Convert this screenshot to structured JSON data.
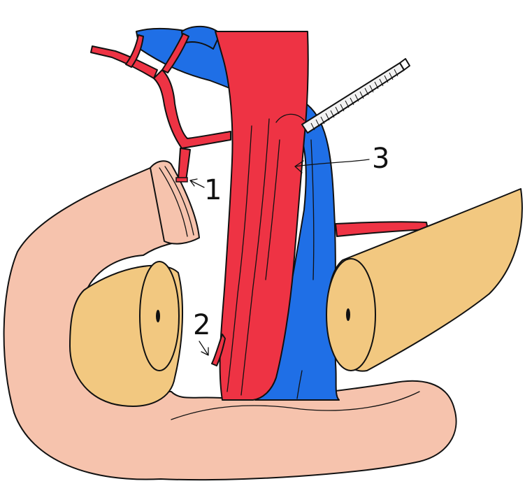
{
  "colors": {
    "artery": "#ee3344",
    "vein": "#1f6fe6",
    "bowel": "#f6c3ad",
    "pancreas": "#f2c880",
    "outline": "#111111",
    "background": "#ffffff",
    "clamp": "#f2f2f2"
  },
  "labels": [
    {
      "id": "1",
      "text": "1"
    },
    {
      "id": "2",
      "text": "2"
    },
    {
      "id": "3",
      "text": "3"
    }
  ],
  "icons": {
    "clamp": "surgical-clamp-icon"
  }
}
